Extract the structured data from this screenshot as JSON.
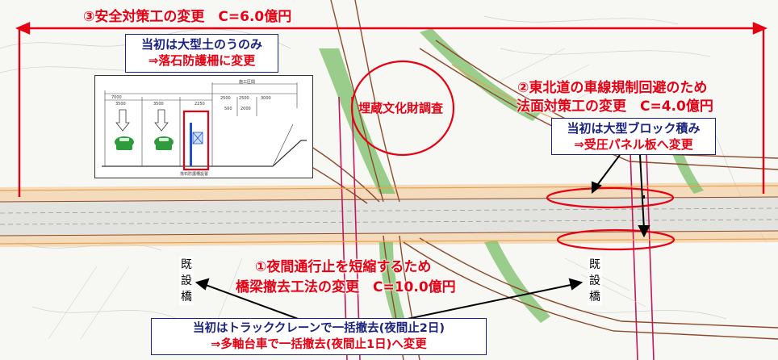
{
  "callouts": {
    "c3_title": "③安全対策工の変更　C=6.0億円",
    "c3_note_line1": "当初は大型土のうのみ",
    "c3_note_line2": "⇒落石防護柵に変更",
    "c2_title_line1": "②東北道の車線規制回避のため",
    "c2_title_line2": "法面対策工の変更　C=4.0億円",
    "c2_note_line1": "当初は大型ブロック積み",
    "c2_note_line2": "⇒受圧パネル板へ変更",
    "c1_title_line1": "①夜間通行止を短縮するため",
    "c1_title_line2": "橋梁撤去工法の変更　C=10.0億円",
    "c1_note_line1": "当初はトラッククレーンで一括撤去(夜間止2日)",
    "c1_note_line2": "⇒多軸台車で一括撤去(夜間止1日)へ変更",
    "survey_label": "埋蔵文化財調査"
  },
  "bridge_labels": {
    "left": [
      "既",
      "設",
      "橋"
    ],
    "right": [
      "既",
      "設",
      "橋"
    ]
  },
  "inset": {
    "dims": [
      "7000",
      "3500",
      "3500",
      "2250",
      "2500",
      "2500",
      "3000",
      "500",
      "2000"
    ],
    "header": "施工区間",
    "caption": "落石防護柵設置"
  },
  "colors": {
    "accent_red": "#e60012",
    "note_blue": "#1a237e",
    "map_green": "#5fa85a",
    "map_orange": "#e9a04a",
    "map_brown": "#8b4a2b"
  }
}
